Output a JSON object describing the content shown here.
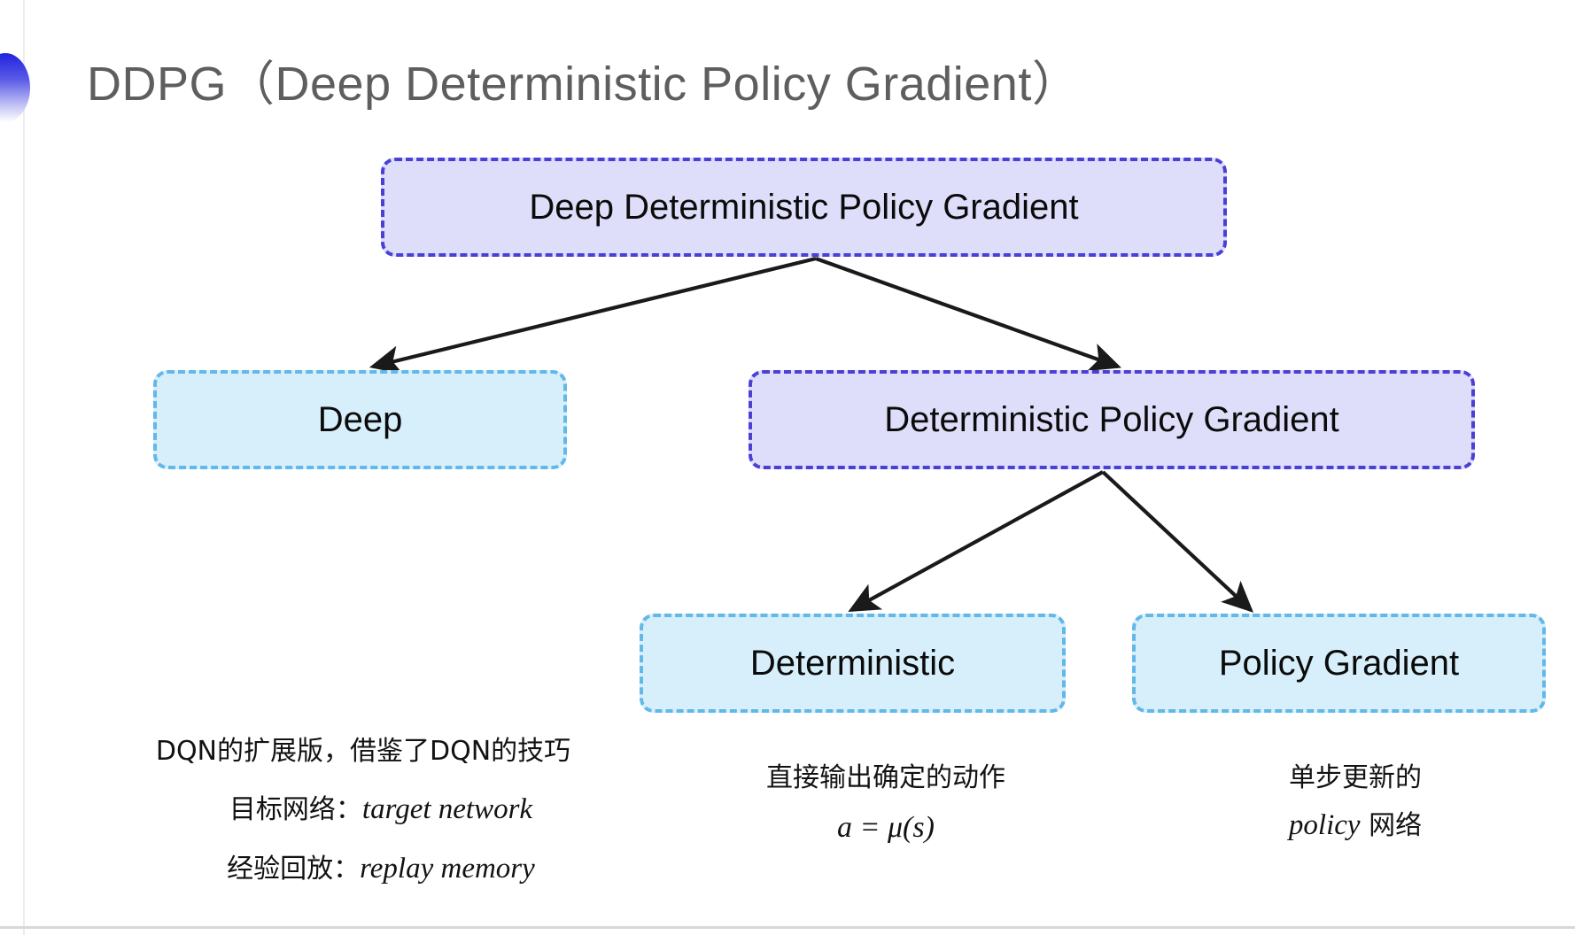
{
  "slide": {
    "title": "DDPG（Deep Deterministic Policy Gradient）",
    "bullet_icon": "gradient-circle-bullet",
    "title_color": "#5e5e5e",
    "background": "#ffffff"
  },
  "colors": {
    "purple_fill": "#dedefa",
    "purple_border": "#4a3fd6",
    "cyan_fill": "#d7effb",
    "cyan_border": "#62b8e8",
    "arrow": "#1a1a1a",
    "text": "#0b0b0b"
  },
  "diagram": {
    "nodes": [
      {
        "id": "root",
        "label": "Deep Deterministic Policy Gradient",
        "style": "purple"
      },
      {
        "id": "deep",
        "label": "Deep",
        "style": "cyan"
      },
      {
        "id": "dpg",
        "label": "Deterministic Policy Gradient",
        "style": "purple"
      },
      {
        "id": "deterministic",
        "label": "Deterministic",
        "style": "cyan"
      },
      {
        "id": "policy_gradient",
        "label": "Policy Gradient",
        "style": "cyan"
      }
    ],
    "edges": [
      {
        "from": "root",
        "to": "deep"
      },
      {
        "from": "root",
        "to": "dpg"
      },
      {
        "from": "dpg",
        "to": "deterministic"
      },
      {
        "from": "dpg",
        "to": "policy_gradient"
      }
    ]
  },
  "captions": {
    "left": {
      "line1": "DQN的扩展版，借鉴了DQN的技巧",
      "line2_cn": "目标网络：",
      "line2_en": "target network",
      "line3_cn": "经验回放：",
      "line3_en": "replay memory"
    },
    "middle": {
      "line1": "直接输出确定的动作",
      "formula": "a = μ(s)"
    },
    "right": {
      "line1": "单步更新的",
      "line2_en": "policy",
      "line2_cn": " 网络"
    }
  }
}
